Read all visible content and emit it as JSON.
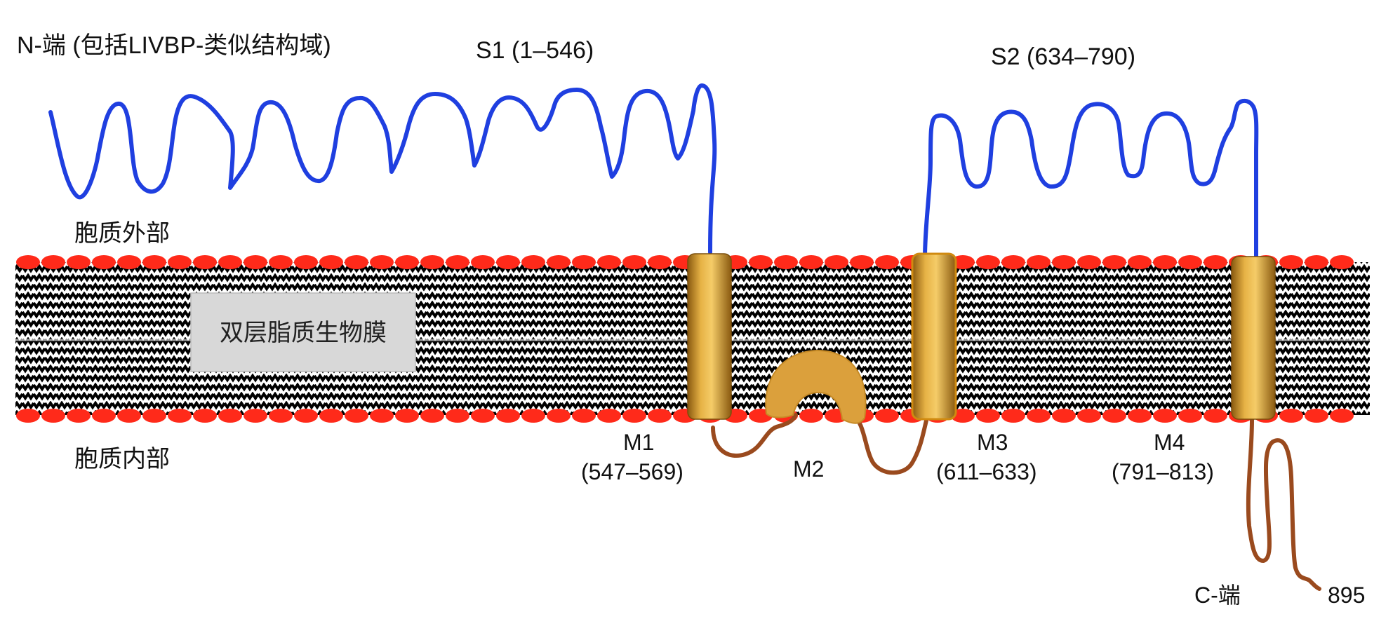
{
  "labels": {
    "n_terminus": "N-端 (包括LIVBP-类似结构域)",
    "s1": "S1 (1–546)",
    "s2": "S2 (634–790)",
    "extracellular": "胞质外部",
    "intracellular": "胞质内部",
    "bilayer": "双层脂质生物膜",
    "m1_name": "M1",
    "m1_range": "(547–569)",
    "m2_name": "M2",
    "m3_name": "M3",
    "m3_range": "(611–633)",
    "m4_name": "M4",
    "m4_range": "(791–813)",
    "c_terminus": "C-端",
    "c_end_number": "895"
  },
  "colors": {
    "extracellular_chain": "#1f3fe0",
    "intracellular_chain": "#9a4a1e",
    "lipid_head": "#ff2a1a",
    "helix": "#d9a23a",
    "m2_loop": "#dba03c",
    "bilayer_box": "#d8d8d8"
  }
}
